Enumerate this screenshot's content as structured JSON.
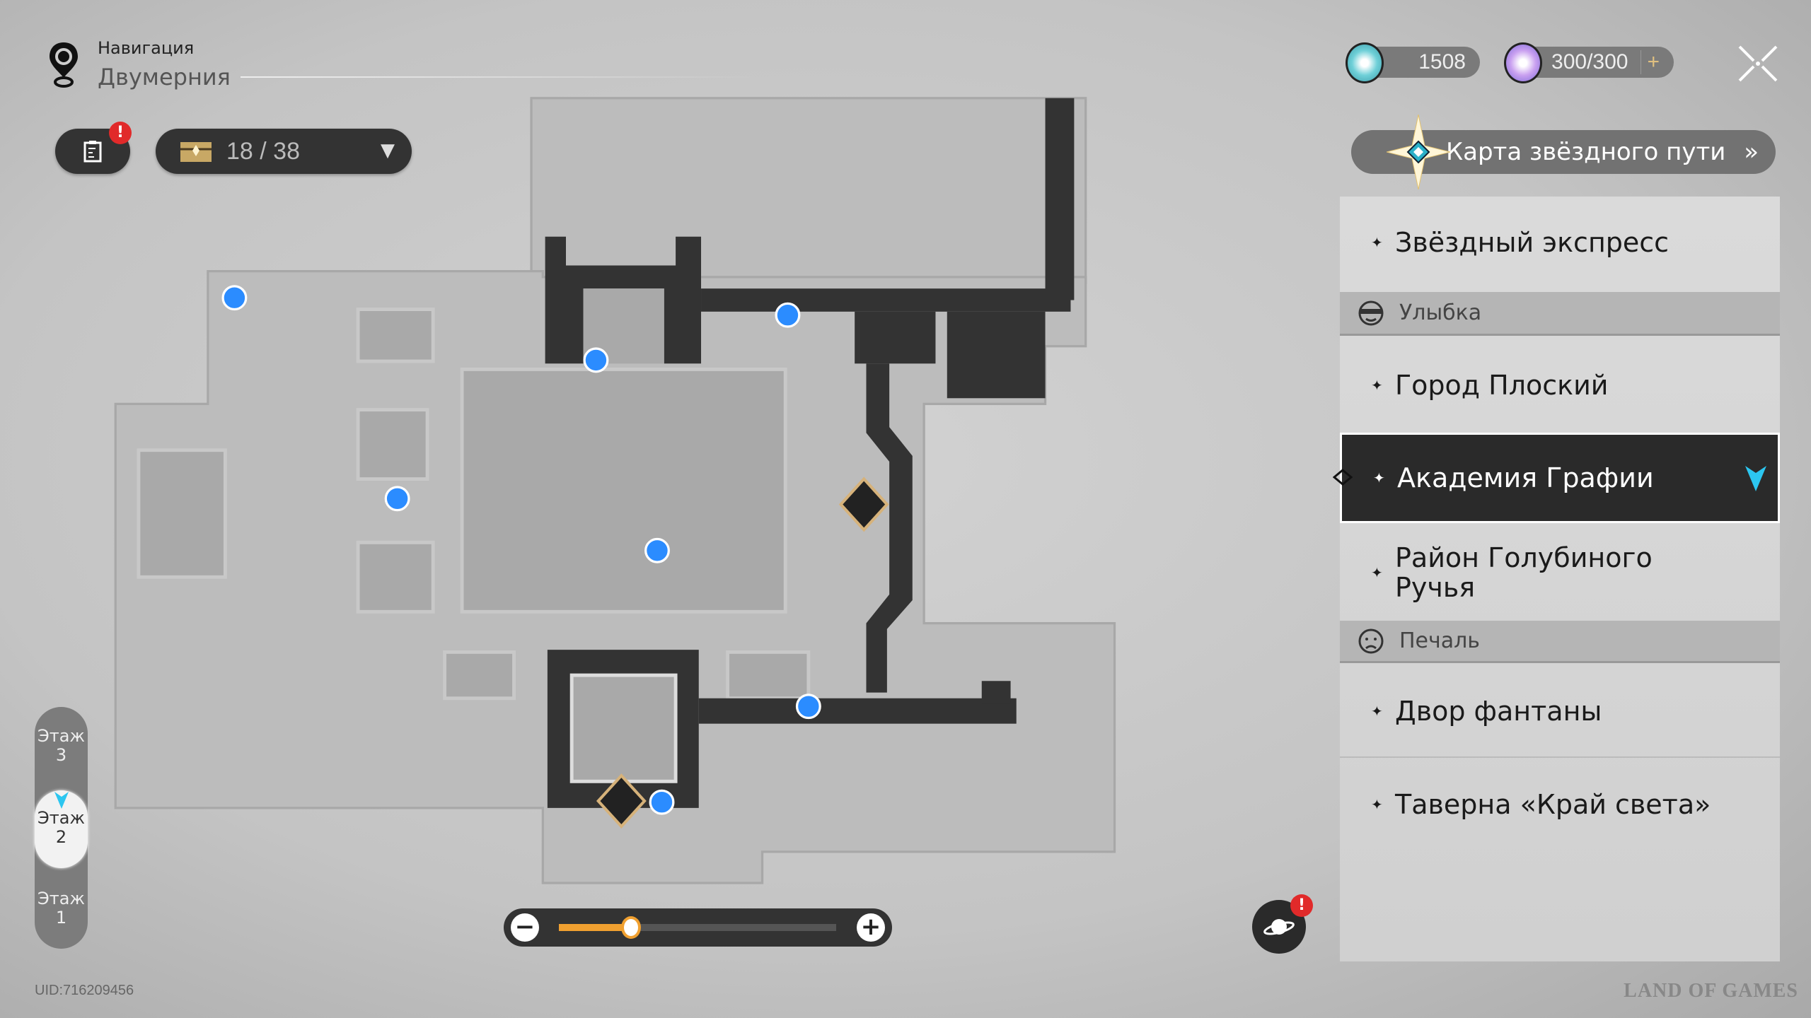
{
  "header": {
    "nav_title": "Навигация",
    "nav_subtitle": "Двумерния"
  },
  "toolbar": {
    "quest_badge": "!",
    "chest_count": "18 / 38"
  },
  "resources": {
    "stellar_jade": "1508",
    "trailblaze_power": "300/300",
    "add_label": "+"
  },
  "star_map_button": {
    "label": "Карта звёздного пути"
  },
  "locations": {
    "express": "Звёздный экспресс",
    "cat_smile": "Улыбка",
    "flat_city": "Город Плоский",
    "academy": "Академия Графии",
    "pigeon_district": "Район Голубиного Ручья",
    "cat_sad": "Печаль",
    "fountain_court": "Двор фантаны",
    "tavern": "Таверна «Край света»"
  },
  "star_glyph": "✦",
  "floors": [
    {
      "label": "Этаж",
      "num": "3"
    },
    {
      "label": "Этаж",
      "num": "2"
    },
    {
      "label": "Этаж",
      "num": "1"
    }
  ],
  "zoom": {
    "minus": "−",
    "plus": "+",
    "level": 0.26
  },
  "phone_badge": "!",
  "uid": "UID:716209456",
  "watermark": "LAND OF GAMES",
  "colors": {
    "accent_orange": "#f0a030",
    "teleport_blue": "#2b8cff",
    "selected_bg": "#2a2a2a",
    "marker_gold": "#d6b27a"
  }
}
